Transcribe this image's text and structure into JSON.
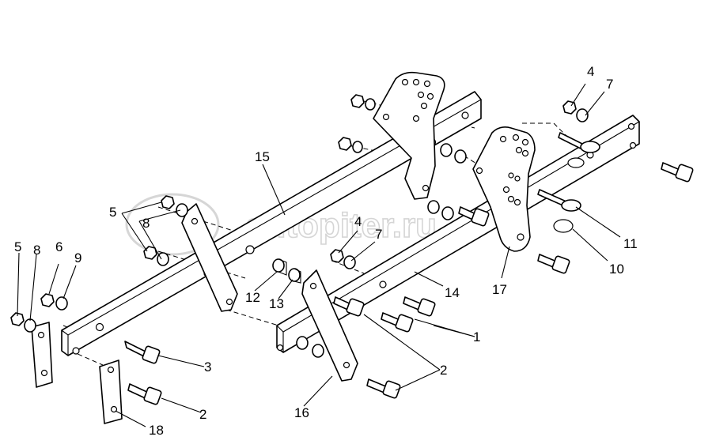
{
  "watermark": {
    "text": "autopiter.ru"
  },
  "callouts": {
    "c1": "1",
    "c2a": "2",
    "c2b": "2",
    "c3": "3",
    "c4a": "4",
    "c4b": "4",
    "c5a": "5",
    "c5b": "5",
    "c6": "6",
    "c7a": "7",
    "c7b": "7",
    "c8a": "8",
    "c8b": "8",
    "c9": "9",
    "c10": "10",
    "c11": "11",
    "c12": "12",
    "c13": "13",
    "c14": "14",
    "c15": "15",
    "c16": "16",
    "c17": "17",
    "c18": "18"
  }
}
